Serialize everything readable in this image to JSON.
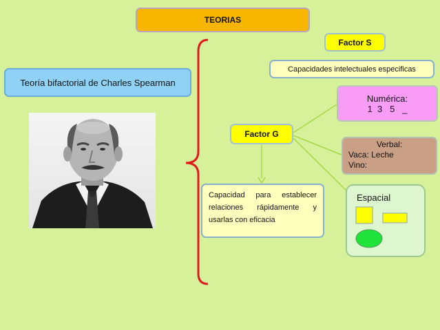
{
  "title": "TEORIAS",
  "theory": "Teoría bifactorial de Charles Spearman",
  "factor_s": {
    "label": "Factor S",
    "description": "Capacidades intelectuales especificas"
  },
  "factor_g": {
    "label": "Factor G",
    "description": "Capacidad para establecer relaciones rápidamente y usarlas con eficacia"
  },
  "numerica": {
    "title": "Numérica:",
    "sequence": "1  3   5   _"
  },
  "verbal": {
    "title": "Verbal:",
    "line1": "Vaca: Leche",
    "line2": "Vino:"
  },
  "espacial": {
    "title": "Espacial"
  },
  "colors": {
    "background": "#d7f09a",
    "title_fill": "#f6b600",
    "factor_fill": "#ffff00",
    "brace": "#e0191c",
    "connector": "#a8d84a",
    "circle": "#1fe33a"
  }
}
